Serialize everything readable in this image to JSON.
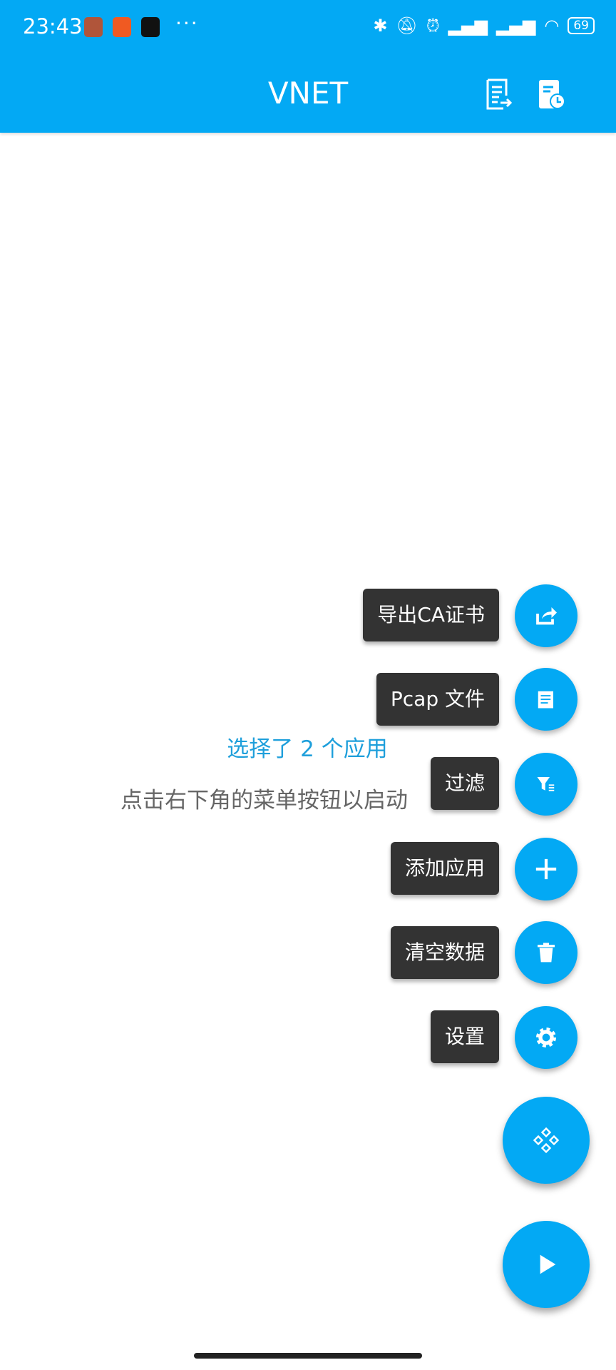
{
  "status_bar": {
    "time": "23:43",
    "more": "···",
    "battery": "69",
    "colors": {
      "app1": "#b0553a",
      "app2": "#f05a22",
      "app3": "#111111"
    }
  },
  "toolbar": {
    "title": "VNET",
    "icons": [
      "export-log-icon",
      "schedule-file-icon"
    ]
  },
  "main": {
    "selected": "选择了 2 个应用",
    "hint": "点击右下角的菜单按钮以启动"
  },
  "fab_menu": [
    {
      "label": "导出CA证书",
      "icon": "share-icon"
    },
    {
      "label": "Pcap 文件",
      "icon": "document-icon"
    },
    {
      "label": "过滤",
      "icon": "filter-icon"
    },
    {
      "label": "添加应用",
      "icon": "plus-icon"
    },
    {
      "label": "清空数据",
      "icon": "trash-icon"
    },
    {
      "label": "设置",
      "icon": "gear-icon"
    }
  ],
  "fabs": {
    "menu_icon": "diamond-grid-icon",
    "play_icon": "play-icon"
  },
  "colors": {
    "accent": "#03A9F4",
    "label_bg": "#333333"
  }
}
